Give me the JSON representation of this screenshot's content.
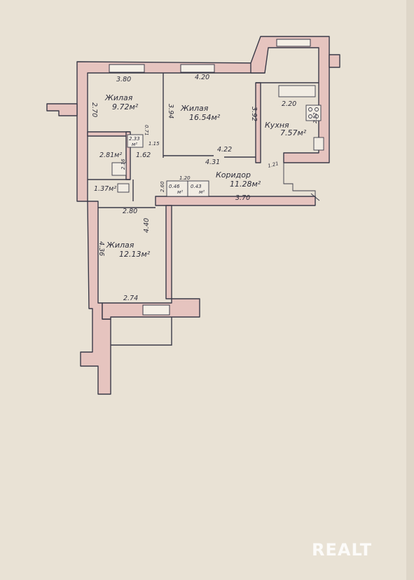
{
  "plan": {
    "rooms": {
      "living1": {
        "name": "Жилая",
        "area": "9.72м²"
      },
      "living2": {
        "name": "Жилая",
        "area": "16.54м²"
      },
      "kitchen": {
        "name": "Кухня",
        "area": "7.57м²"
      },
      "corridor": {
        "name": "Коридор",
        "area": "11.28м²"
      },
      "living3": {
        "name": "Жилая",
        "area": "12.13м²"
      },
      "bath1": {
        "area": "2.81м²"
      },
      "bath2": {
        "area": "1.37м²"
      },
      "closet1": {
        "area": "0.46",
        "unit": "м²"
      },
      "closet2": {
        "area": "0.43",
        "unit": "м²"
      },
      "closet3": {
        "area": "2.33",
        "unit": "м²"
      }
    },
    "dimensions": {
      "d380": "3.80",
      "d420": "4.20",
      "d270": "2.70",
      "d394": "3.94",
      "d392": "3.92",
      "d220": "2.20",
      "d252": "2.52",
      "d071": "0.71",
      "d115": "1.15",
      "d162": "1.62",
      "d422": "4.22",
      "d431": "4.31",
      "d121": "1.21",
      "d216": "2.16",
      "d120": "1.20",
      "d260": "2.60",
      "d370": "3.70",
      "d280": "2.80",
      "d440": "4.40",
      "d436": "4.36",
      "d274": "2.74"
    }
  },
  "watermark": "REALT",
  "colors": {
    "background": "#e9e2d5",
    "wall": "#e6c4bf",
    "ink": "#3a3a48"
  }
}
